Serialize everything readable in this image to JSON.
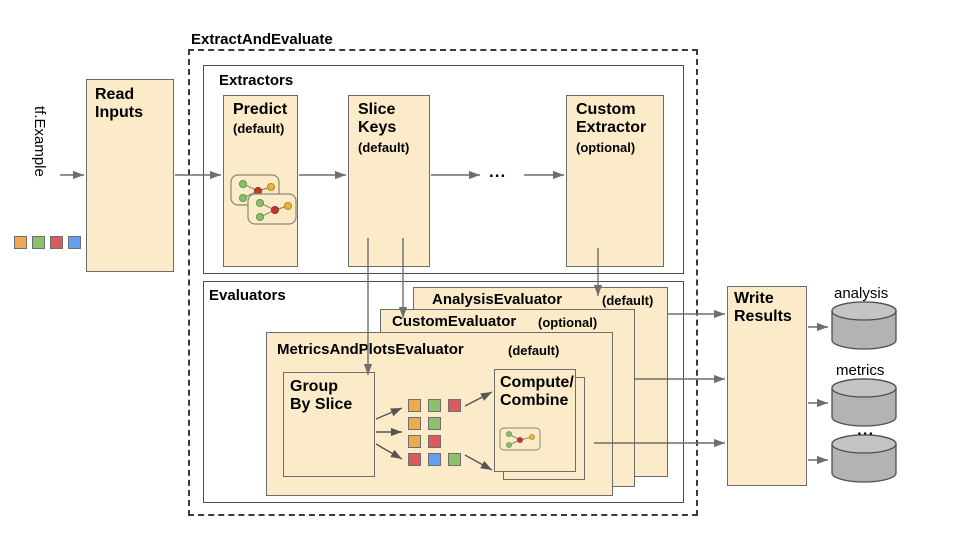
{
  "diagram": {
    "input_label": "tf.Example",
    "outer_group_title": "ExtractAndEvaluate",
    "extractors_title": "Extractors",
    "evaluators_title": "Evaluators",
    "ellipsis": "...",
    "read_inputs": {
      "title": "Read\nInputs"
    },
    "extractors": [
      {
        "name": "Predict",
        "qualifier": "(default)",
        "icon": "graph-nodes-icon"
      },
      {
        "name": "Slice\nKeys",
        "qualifier": "(default)",
        "icon": ""
      },
      {
        "name": "Custom\nExtractor",
        "qualifier": "(optional)",
        "icon": ""
      }
    ],
    "evaluators": [
      {
        "name": "AnalysisEvaluator",
        "qualifier": "(default)"
      },
      {
        "name": "CustomEvaluator",
        "qualifier": "(optional)"
      },
      {
        "name": "MetricsAndPlotsEvaluator",
        "qualifier": "(default)"
      }
    ],
    "metrics_inner": [
      {
        "name": "Group\nBy Slice"
      },
      {
        "name": "Compute/\nCombine",
        "icon": "graph-nodes-icon"
      }
    ],
    "write_results": {
      "title": "Write\nResults"
    },
    "outputs": [
      {
        "label": "analysis"
      },
      {
        "label": "metrics"
      },
      {
        "label": "..."
      }
    ],
    "colors": {
      "box_fill": "#FBEBC8",
      "box_stroke": "#6b6b6b",
      "plain_stroke": "#4d4d4d",
      "dashed_stroke": "#3a3a3a",
      "cylinder_fill": "#B3B3B3",
      "arrow": "#6e6e6e",
      "chip_orange": "#EFA94F",
      "chip_green": "#8CC06B",
      "chip_red": "#DB5A5E",
      "chip_blue": "#619FEF"
    }
  }
}
